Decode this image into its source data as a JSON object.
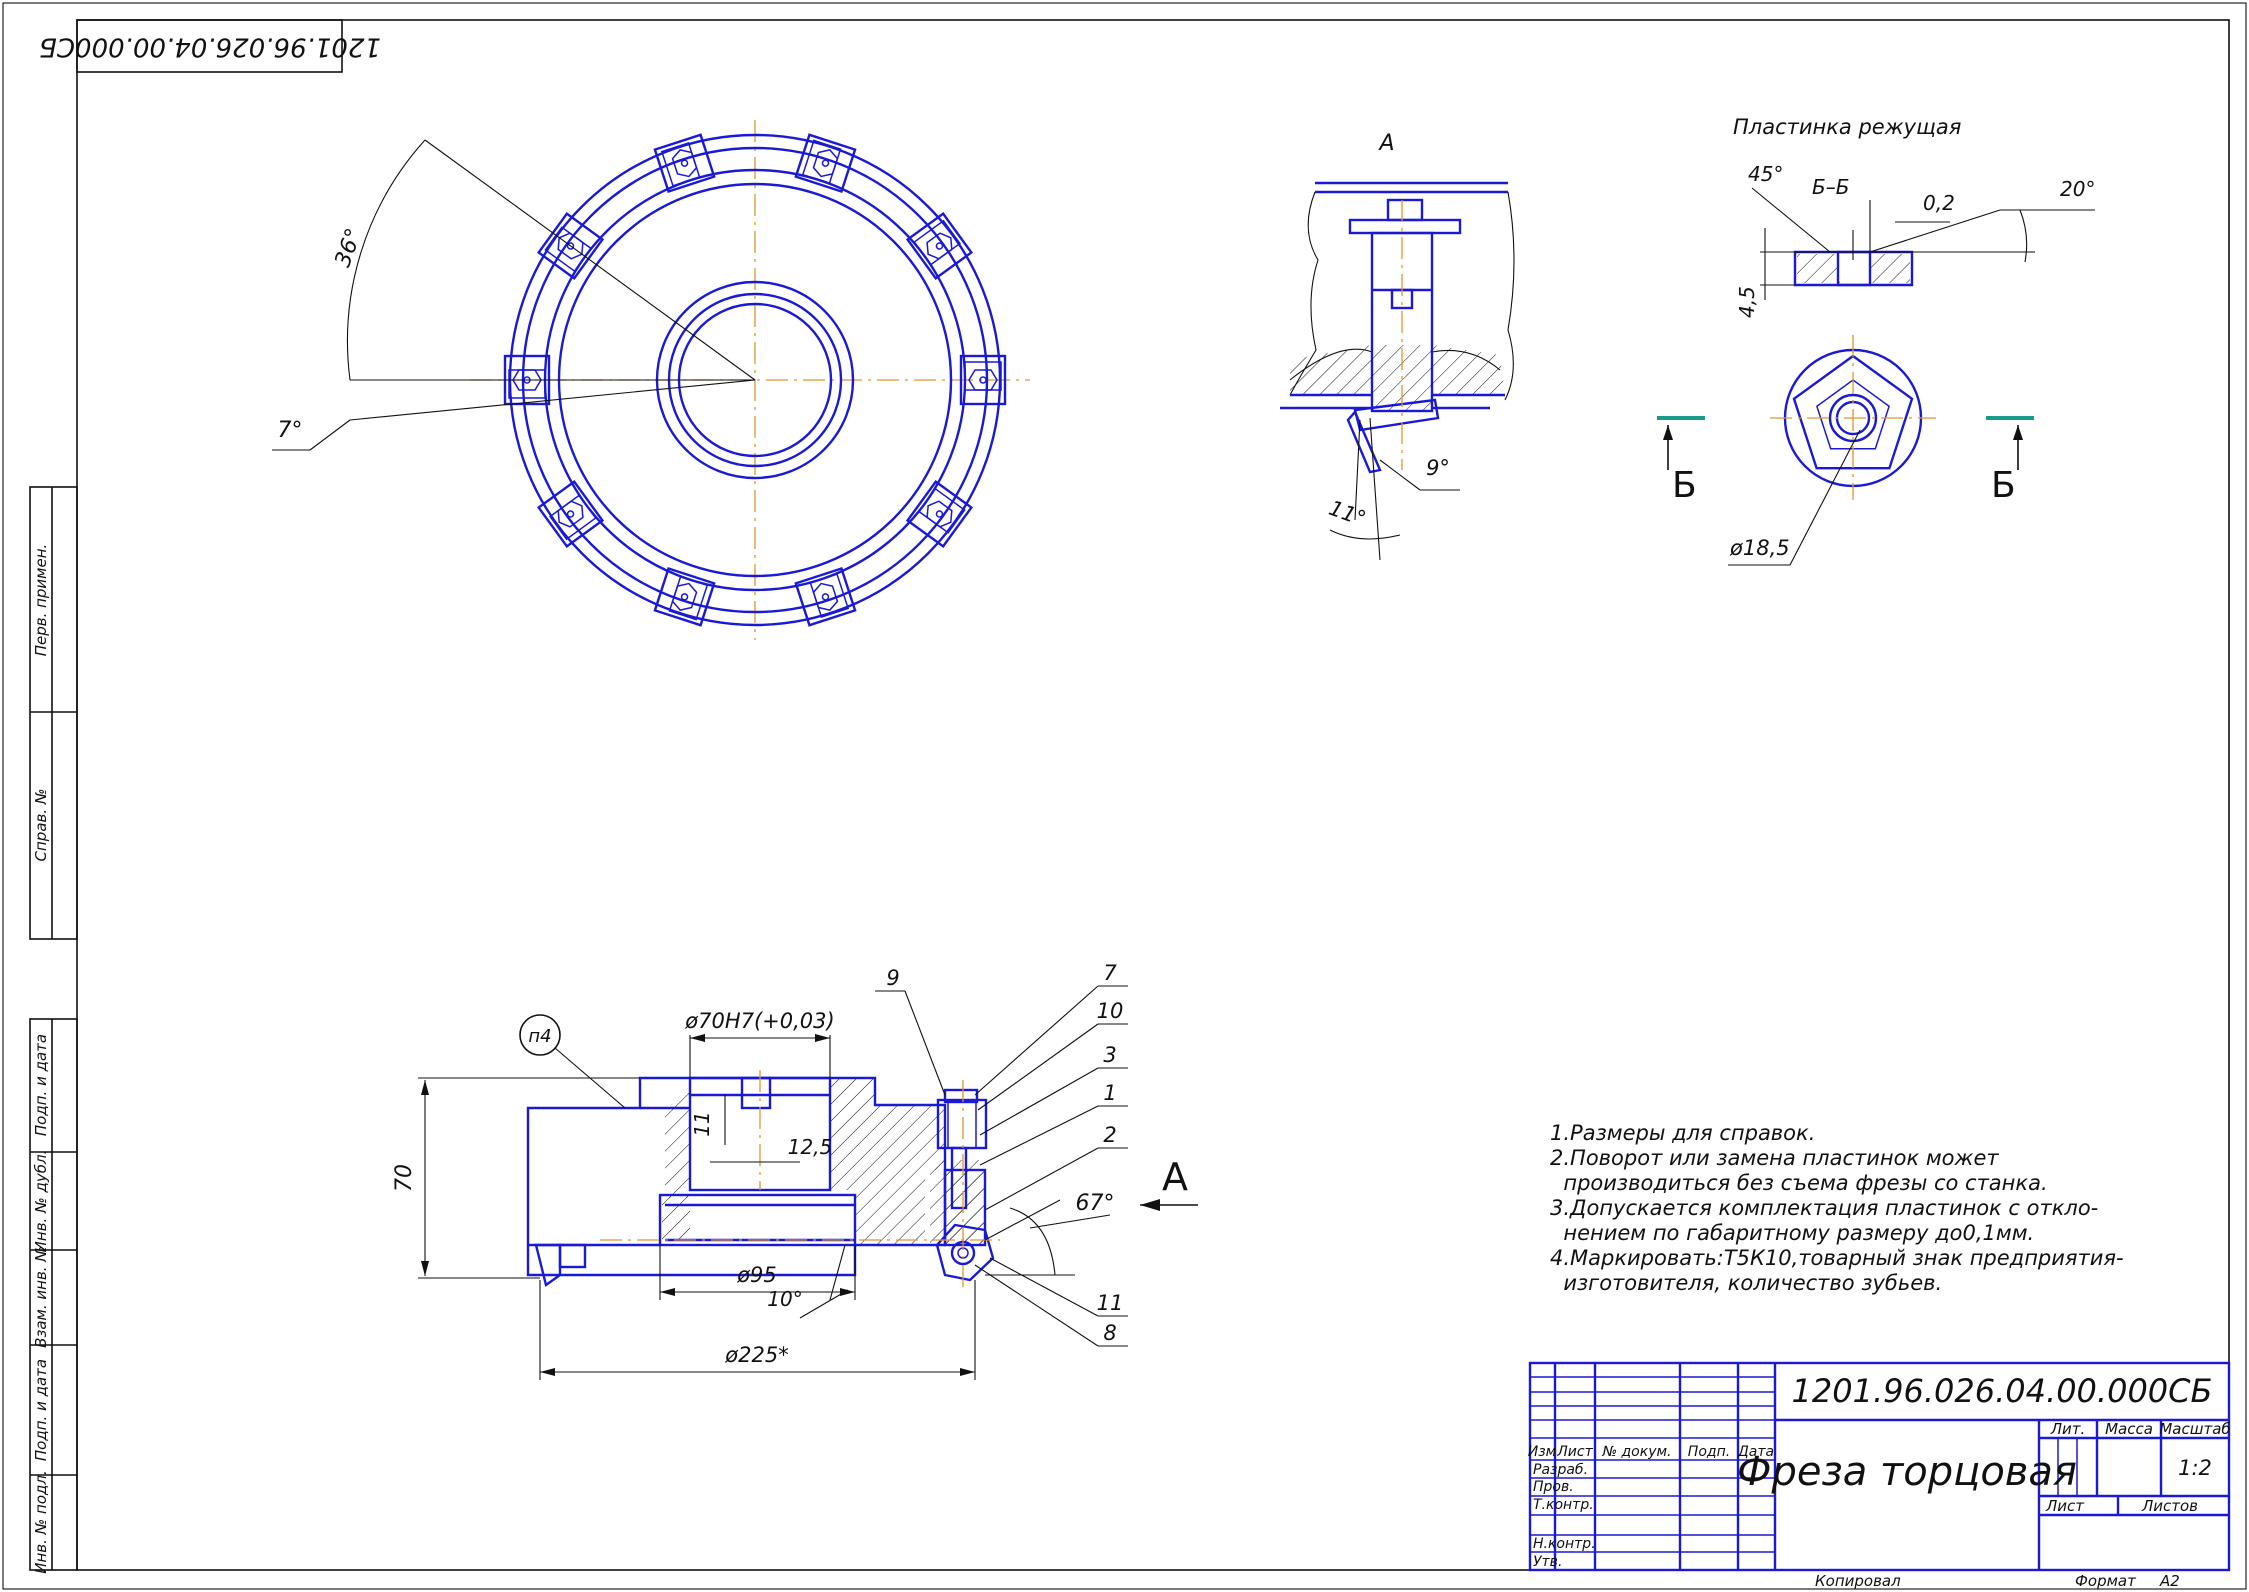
{
  "drawing": {
    "designation": "1201.96.026.04.00.000СБ",
    "designation_mirrored": "1201.96.026.04.00.000СБ",
    "title": "Фреза торцовая",
    "scale": "1:2",
    "footer_copied": "Копировал",
    "footer_format": "Формат",
    "footer_format_value": "А2"
  },
  "title_block": {
    "col_izm": "Изм",
    "col_list": "Лист",
    "col_doc": "№ докум.",
    "col_sign": "Подп.",
    "col_date": "Дата",
    "row_razrab": "Разраб.",
    "row_prov": "Пров.",
    "row_tkontr": "Т.контр.",
    "row_nkontr": "Н.контр.",
    "row_utv": "Утв.",
    "lit": "Лит.",
    "mass": "Масса",
    "scale_label": "Масштаб",
    "sheet": "Лист",
    "sheets": "Листов"
  },
  "side_stamps": {
    "perv_primen": "Перв. примен.",
    "sprav_no": "Справ. №",
    "podp_data_1": "Подп. и дата",
    "inv_dubl": "Инв. № дубл.",
    "vzam_inv": "Взам. инв. №",
    "podp_data_2": "Подп. и дата",
    "inv_podl": "Инв. № подл."
  },
  "views": {
    "top_view": {
      "angle_36": "36°",
      "angle_7": "7°"
    },
    "view_a": {
      "label": "А",
      "angle_9": "9°",
      "angle_11": "11°"
    },
    "insert": {
      "title": "Пластинка режущая",
      "section": "Б–Б",
      "angle_45": "45°",
      "angle_20": "20°",
      "dim_02": "0,2",
      "dim_45": "4,5",
      "diameter": "ø18,5",
      "section_mark_left": "Б",
      "section_mark_right": "Б"
    },
    "section": {
      "bore": "ø70H7(+0,03)",
      "height": "70",
      "dim_11": "11",
      "dim_125": "12,5",
      "d95": "ø95",
      "d225": "ø225*",
      "angle_10": "10°",
      "angle_67": "67°",
      "view_arrow": "А",
      "callout_p4": "п4",
      "parts": [
        "9",
        "7",
        "10",
        "3",
        "1",
        "2",
        "11",
        "8"
      ]
    }
  },
  "notes": [
    "1.Размеры для справок.",
    "2.Поворот или замена пластинок может",
    "  производиться без съема фрезы со станка.",
    "3.Допускается комплектация пластинок с откло-",
    "  нением по габаритному размеру до0,1мм.",
    "4.Маркировать:Т5К10,товарный знак предприятия-",
    "  изготовителя, количество зубьев."
  ],
  "colors": {
    "line": "#1a1ad6",
    "axis": "#e0962a",
    "frame": "#111111",
    "section_mark": "#1a9a8a"
  }
}
